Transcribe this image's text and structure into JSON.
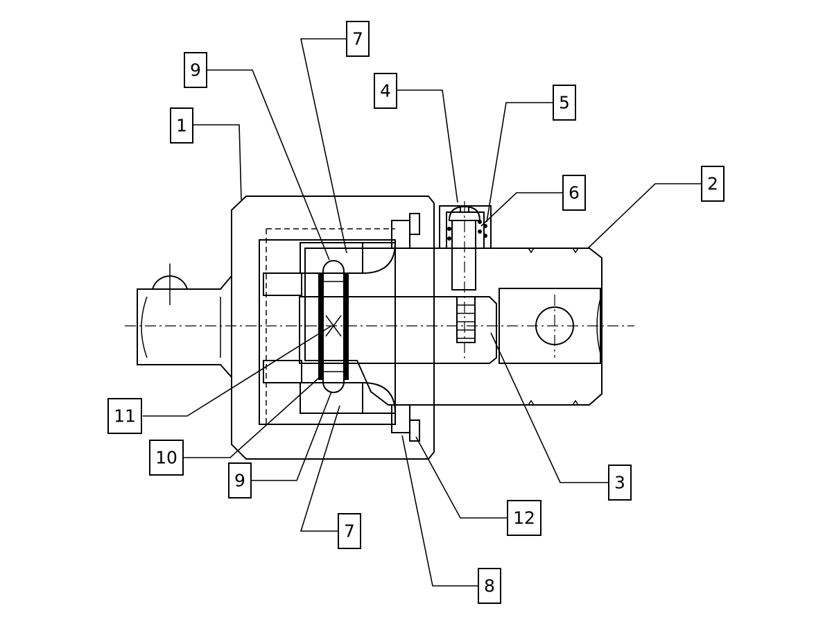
{
  "callouts": [
    {
      "id": "c1",
      "label": "1"
    },
    {
      "id": "c2",
      "label": "2"
    },
    {
      "id": "c3",
      "label": "3"
    },
    {
      "id": "c4",
      "label": "4"
    },
    {
      "id": "c5",
      "label": "5"
    },
    {
      "id": "c6",
      "label": "6"
    },
    {
      "id": "c7a",
      "label": "7"
    },
    {
      "id": "c7b",
      "label": "7"
    },
    {
      "id": "c8",
      "label": "8"
    },
    {
      "id": "c9a",
      "label": "9"
    },
    {
      "id": "c9b",
      "label": "9"
    },
    {
      "id": "c10",
      "label": "10"
    },
    {
      "id": "c11",
      "label": "11"
    },
    {
      "id": "c12",
      "label": "12"
    }
  ]
}
